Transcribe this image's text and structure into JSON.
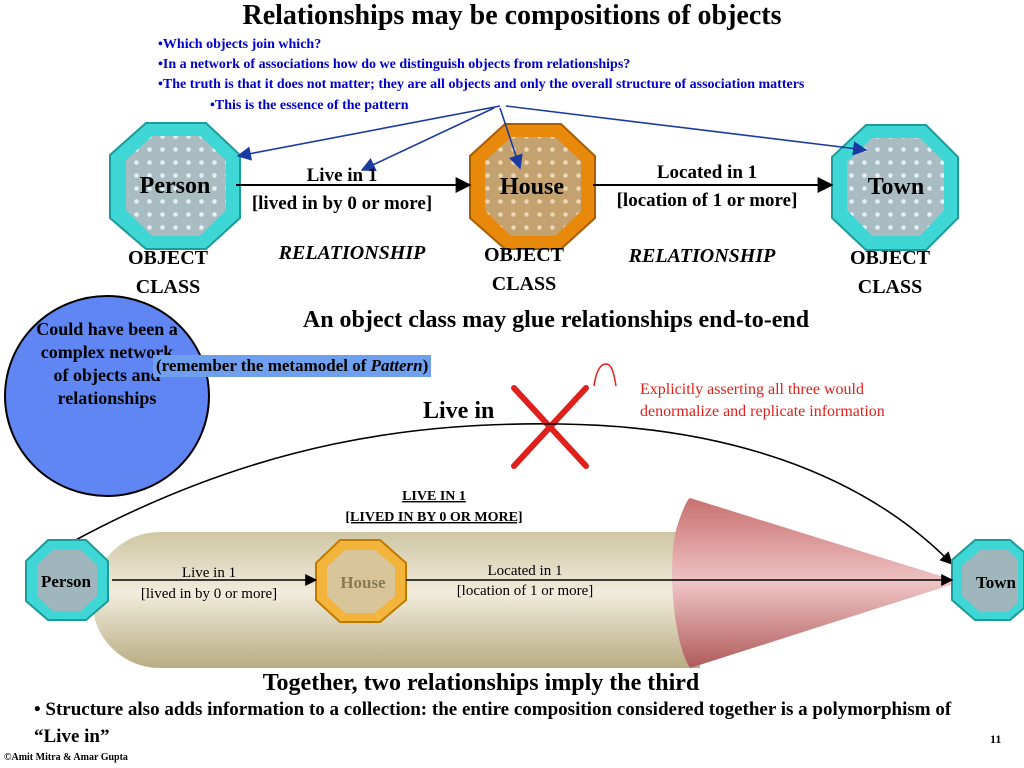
{
  "title": "Relationships may be compositions of objects",
  "bullets": [
    "•Which objects join which?",
    "•In a network of associations how do we distinguish objects from relationships?",
    "•The truth is that it does not matter; they are all objects and only the overall structure of association matters",
    "•This is the essence  of the pattern"
  ],
  "top_diagram": {
    "person": "Person",
    "house": "House",
    "town": "Town",
    "rel1_line1": "Live in 1",
    "rel1_line2": "[lived in by 0 or more]",
    "rel2_line1": "Located in 1",
    "rel2_line2": "[location of 1 or more]",
    "object_class_line1": "OBJECT",
    "object_class_line2": "CLASS",
    "relationship_label": "RELATIONSHIP",
    "caption": "An object class may glue relationships end-to-end"
  },
  "circle_text": "Could have been a complex network of objects and relationships",
  "remember_prefix": "(remember the metamodel of ",
  "remember_italic": "Pattern",
  "remember_suffix": ")",
  "live_in": "Live in",
  "red_note_line1": "Explicitly asserting all three would",
  "red_note_line2": "denormalize and replicate information",
  "bottom_diagram": {
    "live_in_1_line1": "LIVE IN 1",
    "live_in_1_line2": "[LIVED IN BY 0 OR MORE]",
    "person": "Person",
    "house": "House",
    "town": "Town",
    "rel1_line1": "Live in 1",
    "rel1_line2": "[lived in by 0 or more]",
    "rel2_line1": "Located in 1",
    "rel2_line2": "[location of 1 or more]"
  },
  "caption2": "Together, two relationships imply the third",
  "bottom_bullet": "• Structure also adds information to a collection: the entire composition considered together is a polymorphism of “Live in”",
  "page_number": "11",
  "footer": "©Amit Mitra & Amar Gupta",
  "colors": {
    "bullet_blue": "#0000cc",
    "cyan": "#3fd6d6",
    "orange": "#e8890c",
    "circle_blue": "#5f86f2",
    "red": "#e0201a",
    "arrow_blue": "#1a3aa0"
  }
}
